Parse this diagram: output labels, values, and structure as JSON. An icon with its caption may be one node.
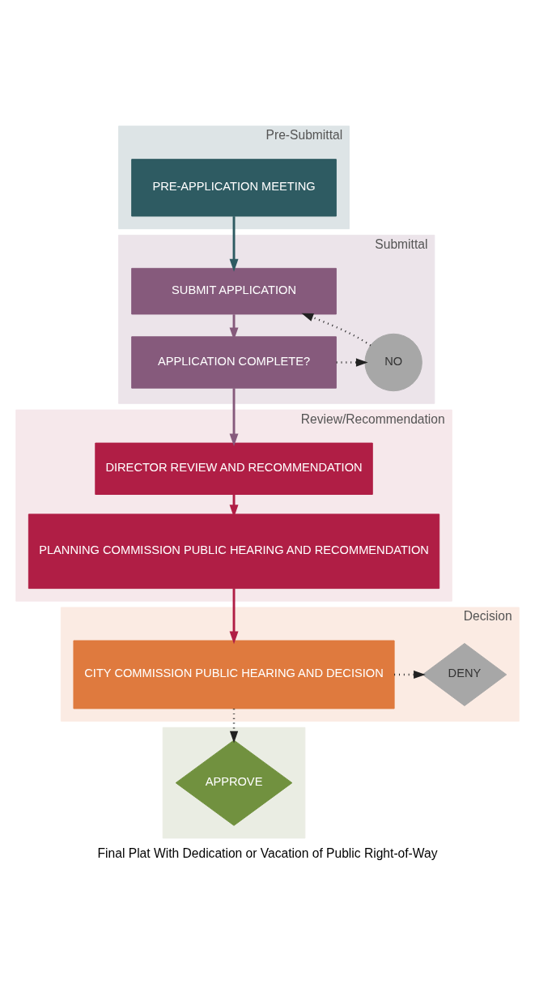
{
  "diagram": {
    "caption": "Final Plat With Dedication or Vacation of Public Right-of-Way",
    "nodes": [
      {
        "text": [
          "Pre-Submittal"
        ]
      },
      {
        "text": [
          "PRE-APPLICATION MEETING"
        ],
        "in": 0
      },
      {
        "text": [
          "Submittal"
        ]
      },
      {
        "text": [
          "SUBMIT APPLICATION"
        ],
        "in": 2
      },
      {
        "text": [
          "APPLICATION COMPLETE?"
        ],
        "in": 2
      },
      {
        "text": [
          "NO"
        ],
        "in": 2
      },
      {
        "text": [
          "Review/Recommendation"
        ]
      },
      {
        "text": [
          "DIRECTOR REVIEW AND RECOMMENDATION"
        ],
        "in": 6
      },
      {
        "text": [
          "PLANNING COMMISSION PUBLIC HEARING AND RECOMMENDATION"
        ],
        "in": 6
      },
      {
        "text": [
          "Decision"
        ]
      },
      {
        "text": [
          "CITY COMMISSION PUBLIC HEARING AND DECISION"
        ],
        "in": 9
      },
      {
        "text": [
          "DENY"
        ],
        "in": 9
      },
      {
        "text": [],
        "shape": "band"
      },
      {
        "text": [
          "APPROVE"
        ],
        "in": 12
      }
    ],
    "edges": [
      {
        "from": 1,
        "to": 3,
        "arrow": "to",
        "color": "#2e5b62"
      },
      {
        "from": 3,
        "to": 4,
        "arrow": "to",
        "color": "#865a7c"
      },
      {
        "from": 4,
        "to": 5,
        "arrow": "to",
        "style": "dashed"
      },
      {
        "from": 5,
        "to": 3,
        "arrow": "to",
        "style": "dashed"
      },
      {
        "from": 4,
        "to": 7,
        "arrow": "to",
        "color": "#865a7c"
      },
      {
        "from": 7,
        "to": 8,
        "arrow": "to",
        "color": "#b01e45"
      },
      {
        "from": 8,
        "to": 10,
        "arrow": "to",
        "color": "#b01e45"
      },
      {
        "from": 10,
        "to": 11,
        "arrow": "to",
        "style": "dashed"
      },
      {
        "from": 10,
        "to": 13,
        "arrow": "to",
        "style": "dashed"
      }
    ]
  }
}
